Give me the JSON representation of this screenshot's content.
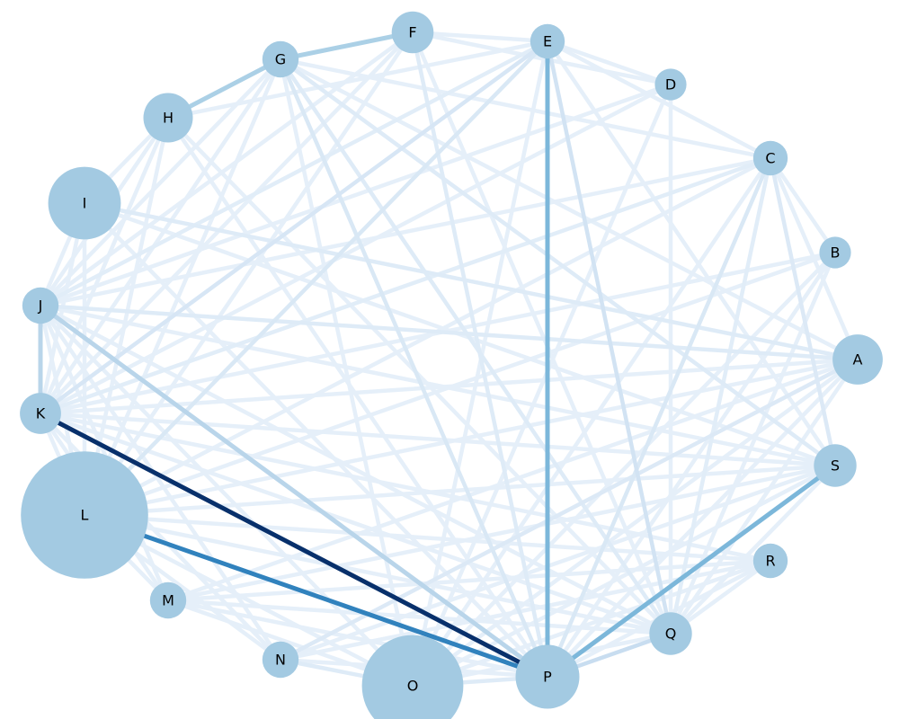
{
  "graph": {
    "node_color": "#a3cae2",
    "nodes": [
      {
        "id": "A",
        "label": "A",
        "size": 2.0
      },
      {
        "id": "B",
        "label": "B",
        "size": 0.8
      },
      {
        "id": "C",
        "label": "C",
        "size": 0.95
      },
      {
        "id": "D",
        "label": "D",
        "size": 0.8
      },
      {
        "id": "E",
        "label": "E",
        "size": 0.95
      },
      {
        "id": "F",
        "label": "F",
        "size": 1.4
      },
      {
        "id": "G",
        "label": "G",
        "size": 1.05
      },
      {
        "id": "H",
        "label": "H",
        "size": 1.95
      },
      {
        "id": "I",
        "label": "I",
        "size": 4.2
      },
      {
        "id": "J",
        "label": "J",
        "size": 1.05
      },
      {
        "id": "K",
        "label": "K",
        "size": 1.35
      },
      {
        "id": "L",
        "label": "L",
        "size": 12.9
      },
      {
        "id": "M",
        "label": "M",
        "size": 1.05
      },
      {
        "id": "N",
        "label": "N",
        "size": 1.05
      },
      {
        "id": "O",
        "label": "O",
        "size": 8.2
      },
      {
        "id": "P",
        "label": "P",
        "size": 3.25
      },
      {
        "id": "Q",
        "label": "Q",
        "size": 1.45
      },
      {
        "id": "R",
        "label": "R",
        "size": 0.95
      },
      {
        "id": "S",
        "label": "S",
        "size": 1.45
      }
    ],
    "edges": [
      {
        "source": "K",
        "target": "P",
        "weight": 1.0
      },
      {
        "source": "L",
        "target": "P",
        "weight": 0.75
      },
      {
        "source": "E",
        "target": "P",
        "weight": 0.55
      },
      {
        "source": "S",
        "target": "P",
        "weight": 0.55
      },
      {
        "source": "G",
        "target": "F",
        "weight": 0.4
      },
      {
        "source": "G",
        "target": "H",
        "weight": 0.4
      },
      {
        "source": "J",
        "target": "P",
        "weight": 0.35
      },
      {
        "source": "J",
        "target": "K",
        "weight": 0.35
      },
      {
        "source": "P",
        "target": "Q",
        "weight": 0.28
      },
      {
        "source": "E",
        "target": "Q",
        "weight": 0.2
      },
      {
        "source": "E",
        "target": "K",
        "weight": 0.16
      },
      {
        "source": "G",
        "target": "P",
        "weight": 0.14
      },
      {
        "source": "C",
        "target": "P",
        "weight": 0.14
      },
      {
        "source": "E",
        "target": "L",
        "weight": 0.14
      },
      {
        "source": "A",
        "target": "N",
        "weight": 0.12
      },
      {
        "source": "C",
        "target": "S",
        "weight": 0.12
      },
      {
        "source": "I",
        "target": "A",
        "weight": 0.1
      },
      {
        "source": "F",
        "target": "P",
        "weight": 0.1
      },
      {
        "source": "J",
        "target": "A",
        "weight": 0.1
      },
      {
        "source": "G",
        "target": "S",
        "weight": 0.1
      },
      {
        "source": "G",
        "target": "Q",
        "weight": 0.1
      },
      {
        "source": "N",
        "target": "O",
        "weight": 0.1
      },
      {
        "source": "O",
        "target": "P",
        "weight": 0.1
      },
      {
        "source": "E",
        "target": "J",
        "weight": 0.08
      },
      {
        "source": "C",
        "target": "K",
        "weight": 0.08
      },
      {
        "source": "C",
        "target": "Q",
        "weight": 0.08
      },
      {
        "source": "F",
        "target": "E",
        "weight": 0.06
      },
      {
        "source": "E",
        "target": "C",
        "weight": 0.06
      },
      {
        "source": "E",
        "target": "S",
        "weight": 0.06
      },
      {
        "source": "E",
        "target": "O",
        "weight": 0.06
      },
      {
        "source": "E",
        "target": "H",
        "weight": 0.06
      },
      {
        "source": "G",
        "target": "K",
        "weight": 0.06
      },
      {
        "source": "G",
        "target": "L",
        "weight": 0.06
      },
      {
        "source": "G",
        "target": "J",
        "weight": 0.06
      },
      {
        "source": "G",
        "target": "A",
        "weight": 0.06
      },
      {
        "source": "G",
        "target": "C",
        "weight": 0.06
      },
      {
        "source": "H",
        "target": "K",
        "weight": 0.06
      },
      {
        "source": "H",
        "target": "Q",
        "weight": 0.06
      },
      {
        "source": "J",
        "target": "S",
        "weight": 0.06
      },
      {
        "source": "J",
        "target": "C",
        "weight": 0.06
      },
      {
        "source": "J",
        "target": "O",
        "weight": 0.06
      },
      {
        "source": "J",
        "target": "Q",
        "weight": 0.06
      },
      {
        "source": "K",
        "target": "S",
        "weight": 0.06
      },
      {
        "source": "K",
        "target": "A",
        "weight": 0.06
      },
      {
        "source": "K",
        "target": "Q",
        "weight": 0.06
      },
      {
        "source": "K",
        "target": "R",
        "weight": 0.06
      },
      {
        "source": "L",
        "target": "S",
        "weight": 0.06
      },
      {
        "source": "L",
        "target": "A",
        "weight": 0.06
      },
      {
        "source": "L",
        "target": "C",
        "weight": 0.06
      },
      {
        "source": "L",
        "target": "Q",
        "weight": 0.06
      },
      {
        "source": "L",
        "target": "R",
        "weight": 0.06
      },
      {
        "source": "L",
        "target": "N",
        "weight": 0.06
      },
      {
        "source": "M",
        "target": "P",
        "weight": 0.06
      },
      {
        "source": "M",
        "target": "Q",
        "weight": 0.06
      },
      {
        "source": "N",
        "target": "P",
        "weight": 0.06
      },
      {
        "source": "N",
        "target": "S",
        "weight": 0.06
      },
      {
        "source": "O",
        "target": "S",
        "weight": 0.06
      },
      {
        "source": "O",
        "target": "Q",
        "weight": 0.06
      },
      {
        "source": "O",
        "target": "A",
        "weight": 0.06
      },
      {
        "source": "P",
        "target": "A",
        "weight": 0.06
      },
      {
        "source": "P",
        "target": "R",
        "weight": 0.06
      },
      {
        "source": "Q",
        "target": "S",
        "weight": 0.06
      },
      {
        "source": "Q",
        "target": "A",
        "weight": 0.06
      },
      {
        "source": "Q",
        "target": "R",
        "weight": 0.06
      },
      {
        "source": "C",
        "target": "A",
        "weight": 0.06
      },
      {
        "source": "C",
        "target": "B",
        "weight": 0.06
      },
      {
        "source": "D",
        "target": "J",
        "weight": 0.06
      },
      {
        "source": "D",
        "target": "O",
        "weight": 0.06
      },
      {
        "source": "D",
        "target": "Q",
        "weight": 0.06
      },
      {
        "source": "B",
        "target": "L",
        "weight": 0.06
      },
      {
        "source": "B",
        "target": "Q",
        "weight": 0.06
      },
      {
        "source": "B",
        "target": "O",
        "weight": 0.06
      },
      {
        "source": "F",
        "target": "J",
        "weight": 0.06
      },
      {
        "source": "F",
        "target": "Q",
        "weight": 0.06
      },
      {
        "source": "F",
        "target": "D",
        "weight": 0.06
      },
      {
        "source": "H",
        "target": "I",
        "weight": 0.06
      },
      {
        "source": "I",
        "target": "J",
        "weight": 0.06
      },
      {
        "source": "I",
        "target": "L",
        "weight": 0.06
      },
      {
        "source": "I",
        "target": "P",
        "weight": 0.06
      },
      {
        "source": "J",
        "target": "L",
        "weight": 0.06
      },
      {
        "source": "K",
        "target": "L",
        "weight": 0.06
      },
      {
        "source": "K",
        "target": "M",
        "weight": 0.06
      },
      {
        "source": "L",
        "target": "M",
        "weight": 0.06
      },
      {
        "source": "L",
        "target": "O",
        "weight": 0.06
      },
      {
        "source": "K",
        "target": "N",
        "weight": 0.06
      },
      {
        "source": "J",
        "target": "N",
        "weight": 0.06
      },
      {
        "source": "H",
        "target": "L",
        "weight": 0.06
      },
      {
        "source": "H",
        "target": "P",
        "weight": 0.06
      },
      {
        "source": "F",
        "target": "K",
        "weight": 0.06
      },
      {
        "source": "F",
        "target": "L",
        "weight": 0.06
      },
      {
        "source": "D",
        "target": "K",
        "weight": 0.06
      },
      {
        "source": "B",
        "target": "K",
        "weight": 0.06
      },
      {
        "source": "B",
        "target": "P",
        "weight": 0.06
      },
      {
        "source": "A",
        "target": "M",
        "weight": 0.06
      },
      {
        "source": "R",
        "target": "M",
        "weight": 0.06
      },
      {
        "source": "R",
        "target": "N",
        "weight": 0.06
      },
      {
        "source": "R",
        "target": "O",
        "weight": 0.06
      },
      {
        "source": "S",
        "target": "M",
        "weight": 0.06
      },
      {
        "source": "E",
        "target": "D",
        "weight": 0.06
      },
      {
        "source": "C",
        "target": "O",
        "weight": 0.06
      },
      {
        "source": "G",
        "target": "O",
        "weight": 0.06
      },
      {
        "source": "I",
        "target": "S",
        "weight": 0.06
      },
      {
        "source": "I",
        "target": "K",
        "weight": 0.06
      },
      {
        "source": "H",
        "target": "J",
        "weight": 0.06
      },
      {
        "source": "M",
        "target": "O",
        "weight": 0.06
      },
      {
        "source": "J",
        "target": "M",
        "weight": 0.06
      }
    ]
  }
}
